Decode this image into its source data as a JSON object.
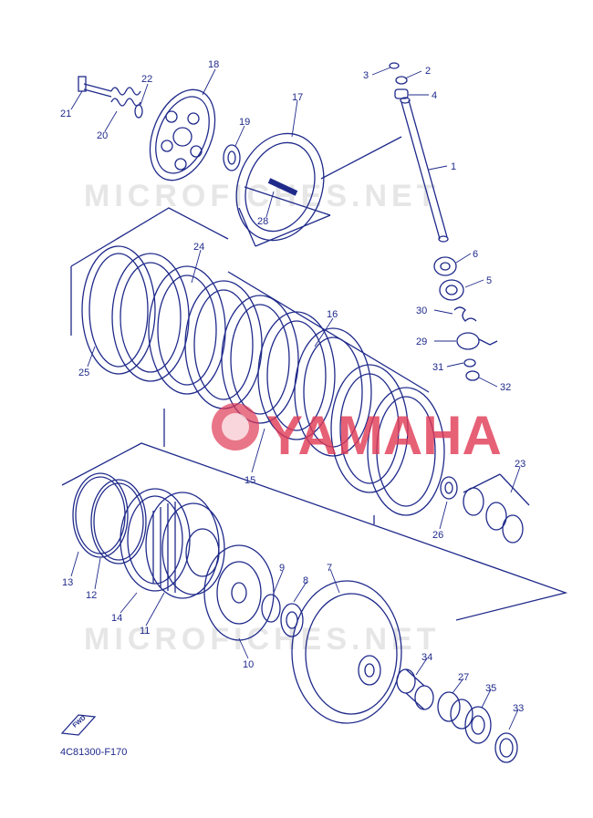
{
  "watermarks": [
    "MICROFICHES.NET",
    "MICROFICHES.NET"
  ],
  "brand": "YAMAHA",
  "diagram_code": "4C81300-F170",
  "fwd_label": "FWD",
  "colors": {
    "ink": "#1f2a8a",
    "brand": "#e03a55",
    "watermark": "#e6e6e6"
  },
  "callouts": [
    {
      "id": "c1",
      "text": "1"
    },
    {
      "id": "c2",
      "text": "2"
    },
    {
      "id": "c3",
      "text": "3"
    },
    {
      "id": "c4",
      "text": "4"
    },
    {
      "id": "c5",
      "text": "5"
    },
    {
      "id": "c6",
      "text": "6"
    },
    {
      "id": "c7",
      "text": "7"
    },
    {
      "id": "c8",
      "text": "8"
    },
    {
      "id": "c9",
      "text": "9"
    },
    {
      "id": "c10",
      "text": "10"
    },
    {
      "id": "c11",
      "text": "11"
    },
    {
      "id": "c12",
      "text": "12"
    },
    {
      "id": "c13",
      "text": "13"
    },
    {
      "id": "c14",
      "text": "14"
    },
    {
      "id": "c15",
      "text": "15"
    },
    {
      "id": "c16",
      "text": "16"
    },
    {
      "id": "c17",
      "text": "17"
    },
    {
      "id": "c18",
      "text": "18"
    },
    {
      "id": "c19",
      "text": "19"
    },
    {
      "id": "c20",
      "text": "20"
    },
    {
      "id": "c21",
      "text": "21"
    },
    {
      "id": "c22",
      "text": "22"
    },
    {
      "id": "c23",
      "text": "23"
    },
    {
      "id": "c24",
      "text": "24"
    },
    {
      "id": "c25",
      "text": "25"
    },
    {
      "id": "c26",
      "text": "26"
    },
    {
      "id": "c27",
      "text": "27"
    },
    {
      "id": "c28",
      "text": "28"
    },
    {
      "id": "c29",
      "text": "29"
    },
    {
      "id": "c30",
      "text": "30"
    },
    {
      "id": "c31",
      "text": "31"
    },
    {
      "id": "c32",
      "text": "32"
    },
    {
      "id": "c33",
      "text": "33"
    },
    {
      "id": "c34",
      "text": "34"
    },
    {
      "id": "c35",
      "text": "35"
    }
  ]
}
